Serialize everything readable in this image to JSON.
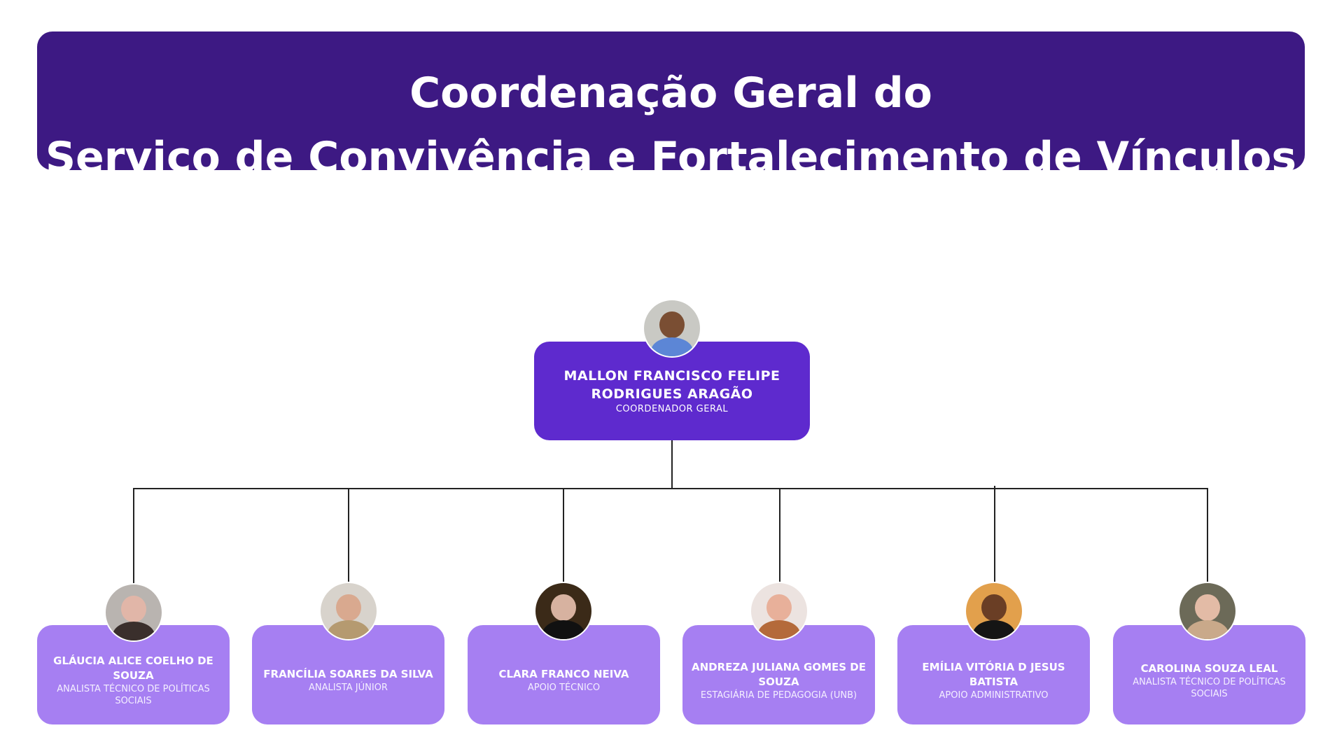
{
  "header": {
    "line1": "Coordenação Geral do",
    "line2": "Serviço de Convivência e Fortalecimento de Vínculos"
  },
  "coordinator": {
    "name": "MALLON FRANCISCO FELIPE RODRIGUES ARAGÃO",
    "role": "COORDENADOR GERAL"
  },
  "team": [
    {
      "name": "GLÁUCIA ALICE COELHO DE SOUZA",
      "role": "ANALISTA TÉCNICO DE POLÍTICAS SOCIAIS"
    },
    {
      "name": "FRANCÍLIA SOARES DA SILVA",
      "role": "ANALISTA JÚNIOR"
    },
    {
      "name": "CLARA FRANCO NEIVA",
      "role": "APOIO TÉCNICO"
    },
    {
      "name": "ANDREZA JULIANA GOMES DE SOUZA",
      "role": "ESTAGIÁRIA DE PEDAGOGIA (UNB)"
    },
    {
      "name": "EMÍLIA VITÓRIA D JESUS BATISTA",
      "role": "APOIO ADMINISTRATIVO"
    },
    {
      "name": "CAROLINA SOUZA LEAL",
      "role": "ANALISTA TÉCNICO DE POLÍTICAS SOCIAIS"
    }
  ],
  "colors": {
    "header": "#3d1983",
    "coordinator": "#5e2ace",
    "member": "#a67ff2"
  }
}
